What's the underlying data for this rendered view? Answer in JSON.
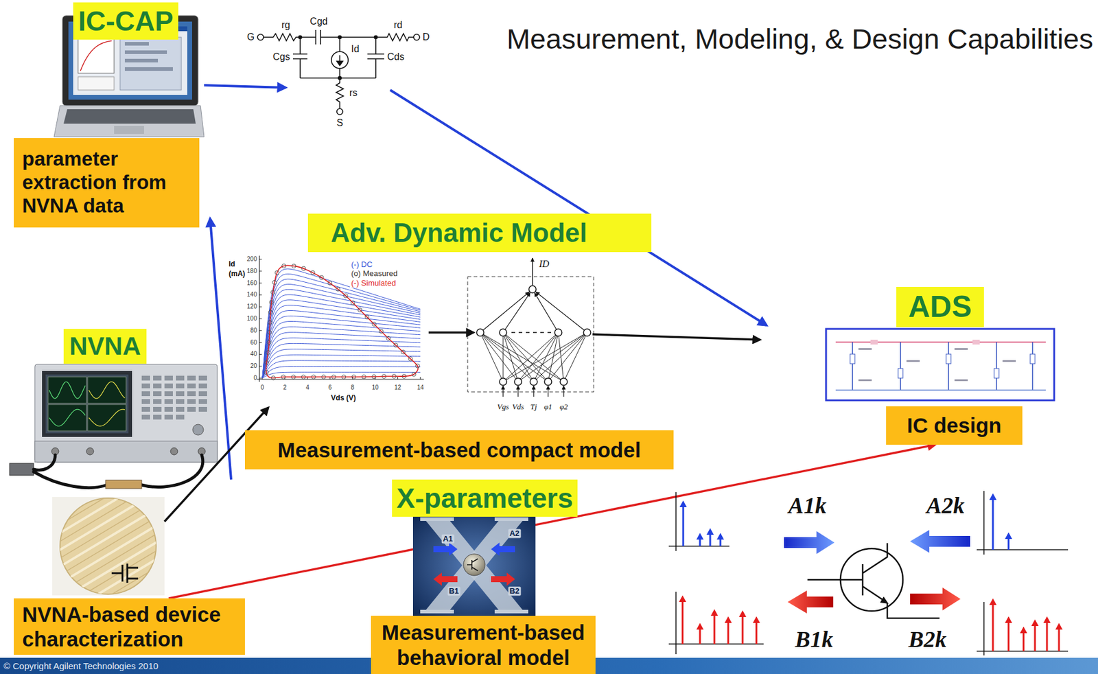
{
  "diagram": {
    "title": "Measurement, Modeling, & Design Capabilities",
    "nodes": [
      {
        "text": [
          "IC-CAP"
        ]
      },
      {
        "text": [
          "parameter extraction from NVNA data"
        ]
      },
      {
        "text": [
          "Adv. Dynamic Model"
        ]
      },
      {
        "text": [
          "ADS"
        ]
      },
      {
        "text": [
          "NVNA"
        ]
      },
      {
        "text": [
          "IC design"
        ]
      },
      {
        "text": [
          "Measurement-based compact model"
        ]
      },
      {
        "text": [
          "X-parameters"
        ]
      },
      {
        "text": [
          "NVNA-based device characterization"
        ]
      },
      {
        "text": [
          "Measurement-based behavioral model"
        ]
      }
    ],
    "edges": [
      {
        "from": 8,
        "to": 5,
        "arrow": "to"
      }
    ],
    "labels": [
      "rg",
      "Cgd",
      "rd",
      "G",
      "D",
      "Cgs",
      "Id",
      "Cds",
      "rs",
      "S",
      "Id",
      "(mA)",
      "Vds (V)",
      "200",
      "180",
      "160",
      "140",
      "120",
      "100",
      "80",
      "60",
      "40",
      "20",
      "0",
      "0",
      "2",
      "4",
      "6",
      "8",
      "10",
      "12",
      "14",
      "ID",
      "Vgs",
      "Vds",
      "Tj",
      "φ1",
      "φ2",
      "A1",
      "A2",
      "B1",
      "B2",
      "A1k",
      "A2k",
      "B1k",
      "B2k",
      "© Copyright Agilent Technologies 2010"
    ],
    "legend": [
      {
        "text": "(-) DC"
      },
      {
        "text": "(o) Measured"
      },
      {
        "text": "(-) Simulated"
      }
    ]
  }
}
